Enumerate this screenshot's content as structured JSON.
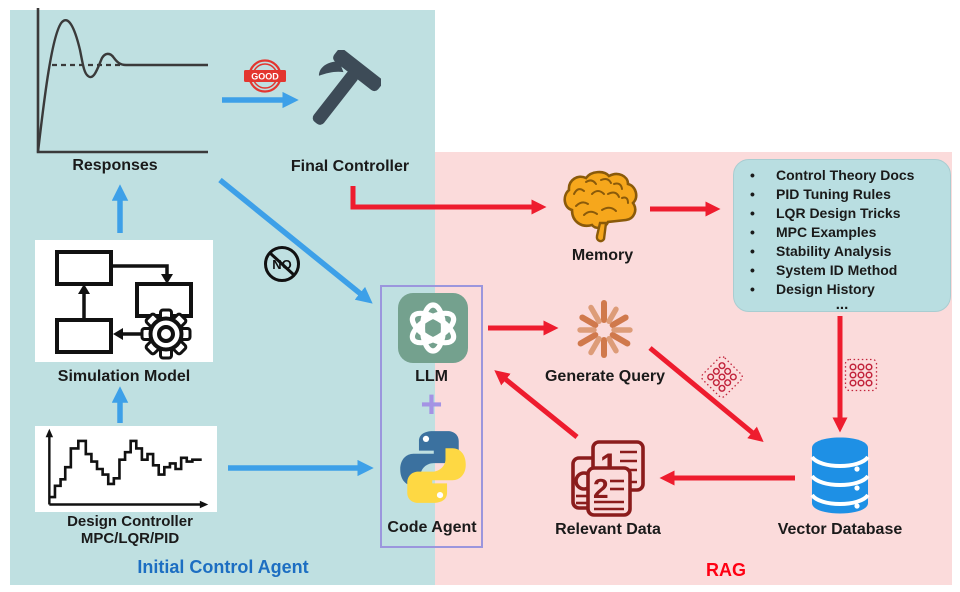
{
  "left_region": {
    "title": "Initial Control Agent",
    "responses_label": "Responses",
    "final_controller_label": "Final Controller",
    "good_stamp_text": "GOOD",
    "no_badge_text": "NO",
    "simulation_model_label": "Simulation Model",
    "design_controller_label": "Design Controller",
    "design_controller_sublabel": "MPC/LQR/PID"
  },
  "agent_box": {
    "llm_label": "LLM",
    "plus_sign": "+",
    "code_agent_label": "Code Agent"
  },
  "rag_region": {
    "title": "RAG",
    "memory_label": "Memory",
    "generate_query_label": "Generate Query",
    "relevant_data_label": "Relevant Data",
    "vector_database_label": "Vector Database",
    "relevant_data_page_numbers": [
      "1",
      "2"
    ],
    "knowledge_items": [
      "Control Theory Docs",
      "PID Tuning Rules",
      "LQR Design Tricks",
      "MPC Examples",
      "Stability Analysis",
      "System ID Method",
      "Design History"
    ],
    "knowledge_more": "..."
  },
  "colors": {
    "left_region_bg": "#bfe0e1",
    "right_region_bg": "#fbdbdb",
    "knowledge_box_bg": "#b9dee1",
    "blue_arrow": "#3da0e8",
    "red_arrow": "#ee1c2e",
    "left_title_text": "#1c6ec2",
    "right_title_text": "#ff0013",
    "openai_green": "#74a18e",
    "python_blue": "#3b719f",
    "python_yellow": "#fed843",
    "plus_purple": "#a493e4",
    "agent_box_border": "#9b96dd",
    "hammer_gray": "#3d4b57",
    "brain_orange": "#f6a71c",
    "starburst_terracotta": "#d0794c",
    "database_blue": "#1e90e5",
    "documents_maroon": "#8b1c1c",
    "stamp_red": "#e3362f"
  }
}
